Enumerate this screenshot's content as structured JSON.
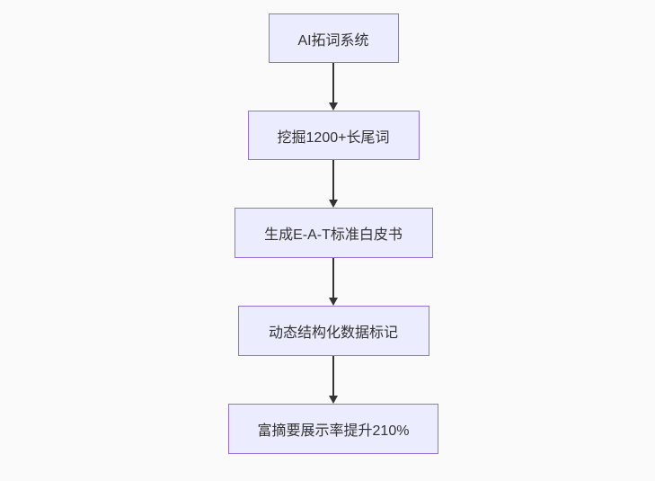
{
  "diagram": {
    "type": "flowchart",
    "direction": "top-down",
    "nodes": [
      {
        "id": "A",
        "label": "AI拓词系统"
      },
      {
        "id": "B",
        "label": "挖掘1200+长尾词"
      },
      {
        "id": "C",
        "label": "生成E-A-T标准白皮书"
      },
      {
        "id": "D",
        "label": "动态结构化数据标记"
      },
      {
        "id": "E",
        "label": "富摘要展示率提升210%"
      }
    ],
    "edges": [
      {
        "from": "A",
        "to": "B",
        "style": "arrow"
      },
      {
        "from": "B",
        "to": "C",
        "style": "arrow"
      },
      {
        "from": "C",
        "to": "D",
        "style": "arrow"
      },
      {
        "from": "D",
        "to": "E",
        "style": "arrow"
      }
    ],
    "colors": {
      "node_fill": "#ececff",
      "node_border": "#9370db",
      "node_text": "#333333",
      "edge": "#333333",
      "background": "#fafafa"
    }
  }
}
